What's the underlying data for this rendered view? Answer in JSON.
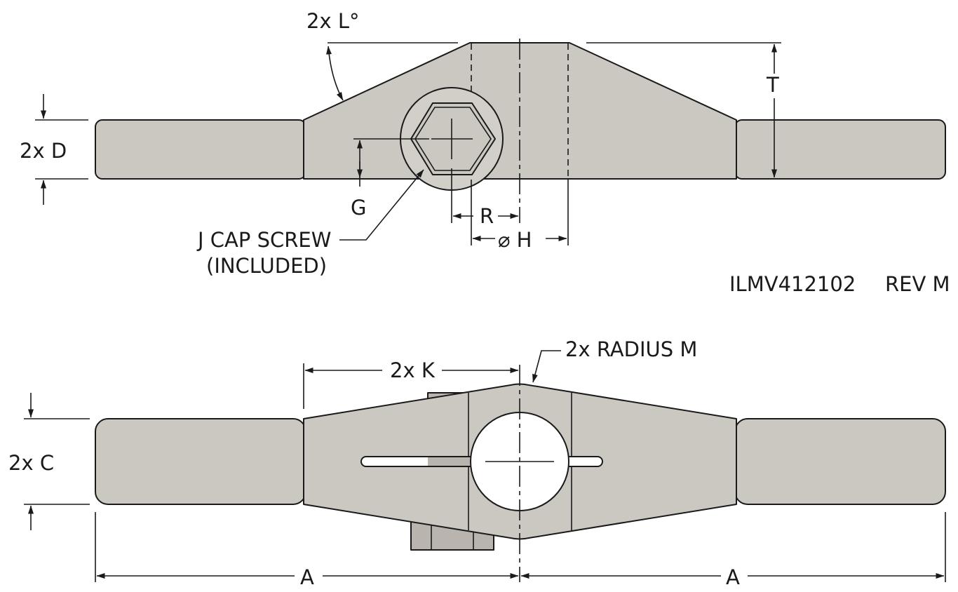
{
  "part_number": "ILMV412102",
  "revision": "REV M",
  "colors": {
    "part_fill": "#cbc7c1",
    "part_shade": "#b9b5ae",
    "line": "#1a1a1a",
    "background": "#ffffff"
  },
  "dimensions": {
    "angle": "2x L°",
    "thickness": "T",
    "depth": "2x D",
    "screw_offset": "G",
    "screw_distance": "R",
    "bore": "⌀ H",
    "cap_screw_line1": "J CAP SCREW",
    "cap_screw_line2": "(INCLUDED)",
    "radius": "2x RADIUS M",
    "hub_length": "2x K",
    "width": "2x C",
    "half_length_left": "A",
    "half_length_right": "A"
  }
}
